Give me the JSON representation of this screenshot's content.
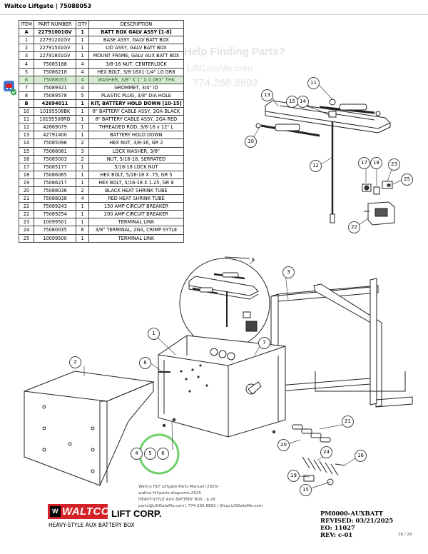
{
  "header": {
    "title": "Waltco Liftgate | 75088053"
  },
  "table": {
    "columns": [
      "ITEM",
      "PART NUMBER",
      "QTY",
      "DESCRIPTION"
    ],
    "rows": [
      {
        "item": "A",
        "part": "22791001GV",
        "qty": "1",
        "desc": "BATT BOX GALV ASSY [1-8]",
        "kit": true
      },
      {
        "item": "1",
        "part": "22791201GV",
        "qty": "1",
        "desc": "BASE ASSY, GALV BATT BOX"
      },
      {
        "item": "2",
        "part": "22791501GV",
        "qty": "1",
        "desc": "LID ASSY, GALV BATT BOX"
      },
      {
        "item": "3",
        "part": "22791801GV",
        "qty": "1",
        "desc": "MOUNT FRAME, GALV AUX BATT BOX"
      },
      {
        "item": "4",
        "part": "75085188",
        "qty": "4",
        "desc": "3/8-16 NUT, CENTERLOCK"
      },
      {
        "item": "5",
        "part": "75086218",
        "qty": "4",
        "desc": "HEX BOLT, 3/8-16X1-1/4\" LG GR8"
      },
      {
        "item": "6",
        "part": "75088053",
        "qty": "4",
        "desc": "WASHER, 3/8\" X 1\" X 0.083\" THK",
        "highlight": true
      },
      {
        "item": "7",
        "part": "75089321",
        "qty": "4",
        "desc": "GROMMET, 3/4\" ID"
      },
      {
        "item": "8",
        "part": "75089578",
        "qty": "5",
        "desc": "PLASTIC PLUG, 3/8\" DIA HOLE"
      },
      {
        "item": "B",
        "part": "42694011",
        "qty": "1",
        "desc": "KIT, BATTERY HOLD DOWN [10-15]",
        "kit": true
      },
      {
        "item": "10",
        "part": "10195508BK",
        "qty": "1",
        "desc": "8\" BATTERY CABLE ASSY, 2GA BLACK"
      },
      {
        "item": "11",
        "part": "10195508RD",
        "qty": "1",
        "desc": "8\" BATTERY CABLE ASSY, 2GA RED"
      },
      {
        "item": "12",
        "part": "42669079",
        "qty": "1",
        "desc": "THREADED ROD, 3/8-16 x 12\" L"
      },
      {
        "item": "13",
        "part": "42791400",
        "qty": "1",
        "desc": "BATTERY HOLD DOWN"
      },
      {
        "item": "14",
        "part": "75085096",
        "qty": "2",
        "desc": "HEX NUT, 3/8-16, GR 2"
      },
      {
        "item": "15",
        "part": "75088081",
        "qty": "3",
        "desc": "LOCK WASHER, 3/8\""
      },
      {
        "item": "16",
        "part": "75085003",
        "qty": "2",
        "desc": "NUT, 5/16-18, SERRATED"
      },
      {
        "item": "17",
        "part": "75085177",
        "qty": "1",
        "desc": "5/16-18 LOCK NUT"
      },
      {
        "item": "18",
        "part": "75086065",
        "qty": "1",
        "desc": "HEX BOLT, 5/16-18 X .75, GR 5"
      },
      {
        "item": "19",
        "part": "75086217",
        "qty": "1",
        "desc": "HEX BOLT, 5/16-18 X 1.25, GR 8"
      },
      {
        "item": "20",
        "part": "75088036",
        "qty": "2",
        "desc": "BLACK HEAT SHRINK TUBE"
      },
      {
        "item": "21",
        "part": "75088038",
        "qty": "4",
        "desc": "RED HEAT SHRINK TUBE"
      },
      {
        "item": "22",
        "part": "75089243",
        "qty": "1",
        "desc": "150 AMP CIRCUIT BREAKER"
      },
      {
        "item": "22",
        "part": "75089254",
        "qty": "1",
        "desc": "200 AMP CIRCUIT BREAKER"
      },
      {
        "item": "23",
        "part": "10099501",
        "qty": "1",
        "desc": "TERMINAL LINK"
      },
      {
        "item": "24",
        "part": "75080035",
        "qty": "6",
        "desc": "3/8\" TERMINAL, 2GA, CRIMP SYTLE"
      },
      {
        "item": "25",
        "part": "10099500",
        "qty": "1",
        "desc": "TERMINAL LINK"
      }
    ]
  },
  "watermark": {
    "line1": "Help Finding Parts?",
    "line2": "LiftGateMe.com",
    "line3": "774.266.8892"
  },
  "callouts": [
    "1",
    "2",
    "3",
    "4",
    "5",
    "6",
    "7",
    "8",
    "10",
    "11",
    "12",
    "13",
    "14",
    "15",
    "16",
    "17",
    "18",
    "19",
    "20",
    "21",
    "22",
    "23",
    "24",
    "25"
  ],
  "detail_label": "B",
  "footer": {
    "line1": "Waltco HLF Liftgate Parts Manual (2025)",
    "line2": "waltco-hlf-parts-diagrams-2025",
    "line3": "HEAVY-STYLE AUX BATTERY BOX : p.26",
    "line4": "parts@LiftGateMe.com | 774.266.8892 | Shop.LiftGateMe.com"
  },
  "brand": {
    "logo_text": "WALTCO",
    "logo_mark": "W",
    "corp": "LIFT CORP.",
    "color": "#d42027"
  },
  "title_block": {
    "box_title": "HEAVY-STYLE AUX BATTERY BOX",
    "model": "PM8000-AUXBATT",
    "revised": "REVISED: 03/21/2025",
    "eo": "EO: 11027",
    "rev": "REV: c-01"
  },
  "page": {
    "number": "26 / 29"
  },
  "highlight_color": "#6fcf6a"
}
